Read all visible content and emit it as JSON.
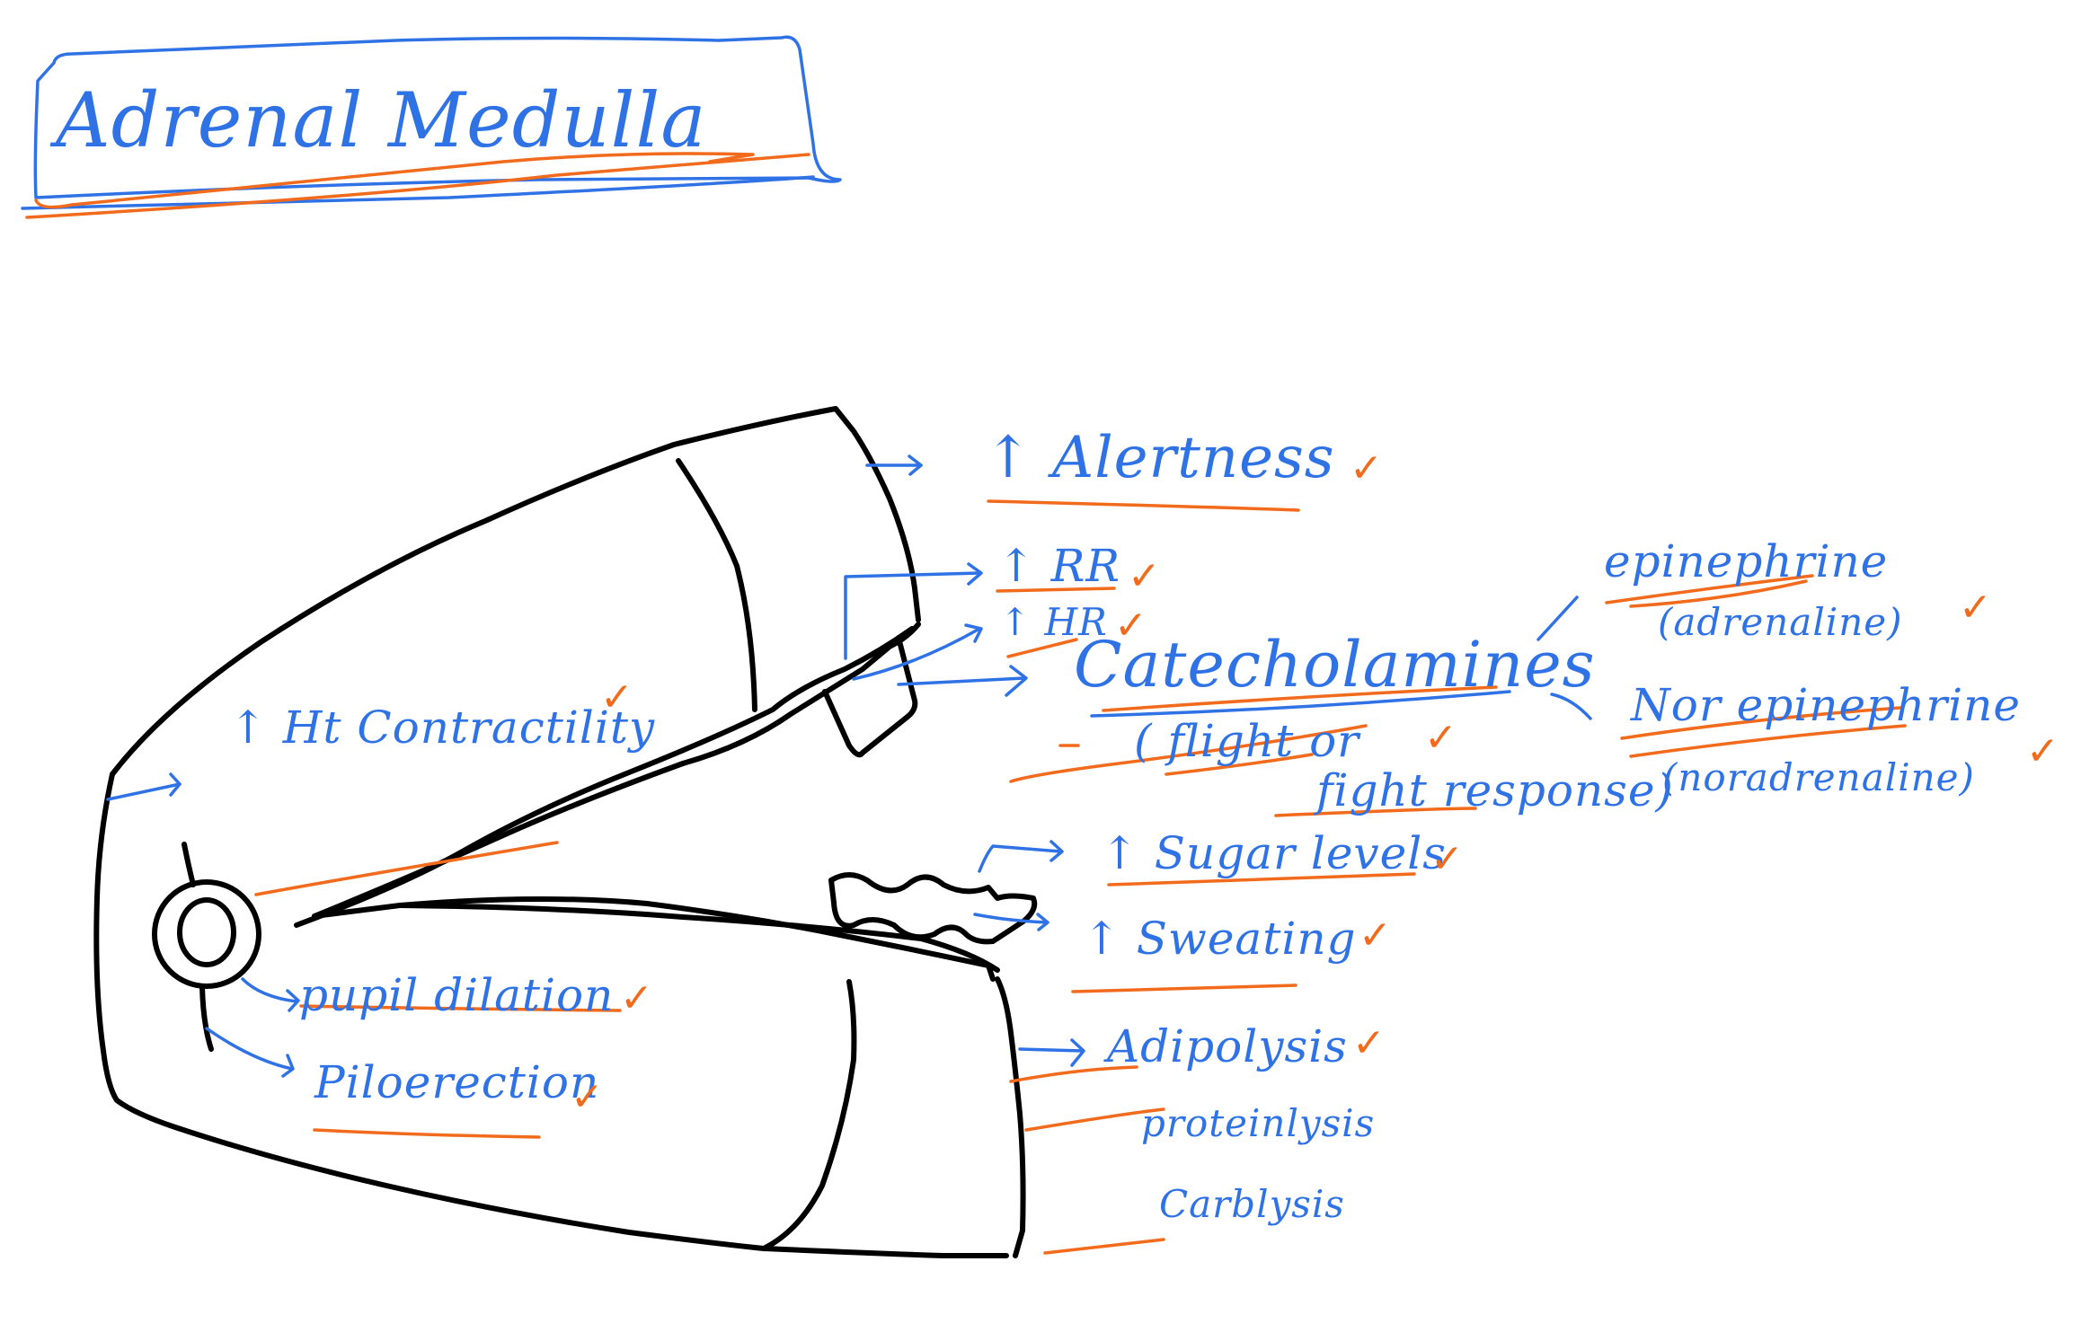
{
  "title": "Adrenal Medulla",
  "colors": {
    "ink": "#2f72e6",
    "highlight": "#f26a1b",
    "outline": "#000000",
    "background": "#ffffff"
  },
  "central_node": {
    "label": "Catecholamines",
    "note_line1": "( flight or",
    "note_line2": "fight response)"
  },
  "hormones": [
    {
      "name": "epinephrine",
      "alias": "(adrenaline)"
    },
    {
      "name": "Nor epinephrine",
      "alias": "(noradrenaline)"
    }
  ],
  "effects": {
    "alertness": "↑ Alertness",
    "rr": "↑ RR",
    "hr": "↑ HR",
    "heart_contractility": "↑ Ht Contractility",
    "sugar": "↑ Sugar levels",
    "sweating": "↑ Sweating",
    "pupil": "pupil dilation",
    "piloerection": "Piloerection",
    "adipolysis": "Adipolysis",
    "proteinlysis": "proteinlysis",
    "carblysis": "Carblysis"
  },
  "check_mark": "✓",
  "icons": {
    "staple_remover": "staple-remover-drawing",
    "arrow": "arrow-right-icon",
    "check": "check-icon"
  }
}
